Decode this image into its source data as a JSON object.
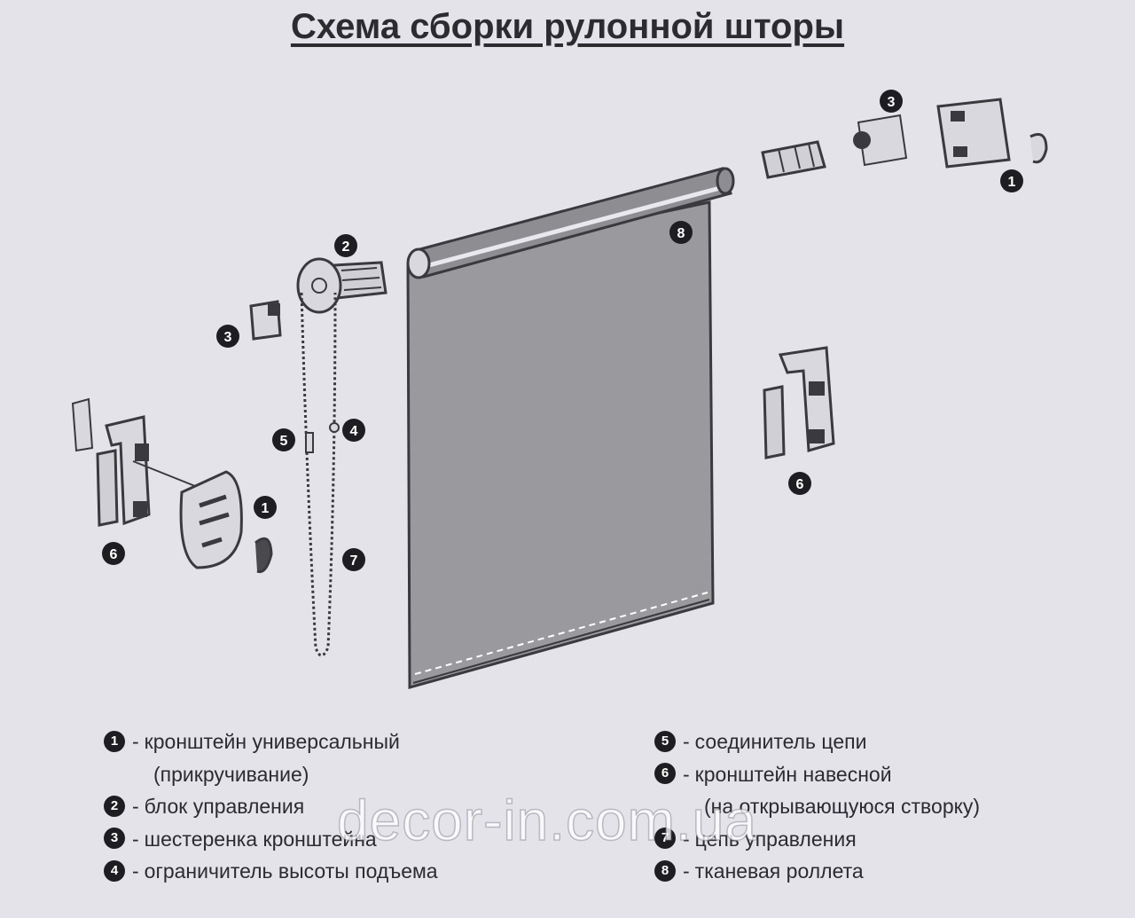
{
  "title": "Схема сборки рулонной шторы",
  "callouts": [
    {
      "num": "1"
    },
    {
      "num": "2"
    },
    {
      "num": "3"
    },
    {
      "num": "4"
    },
    {
      "num": "5"
    },
    {
      "num": "6"
    },
    {
      "num": "7"
    },
    {
      "num": "8"
    }
  ],
  "legend_left": [
    {
      "num": "1",
      "text": "кронштейн универсальный"
    },
    {
      "num": "",
      "text": "(прикручивание)"
    },
    {
      "num": "2",
      "text": "блок управления"
    },
    {
      "num": "3",
      "text": "шестеренка кронштейна"
    },
    {
      "num": "4",
      "text": "ограничитель высоты подъема"
    }
  ],
  "legend_right": [
    {
      "num": "5",
      "text": "соединитель цепи"
    },
    {
      "num": "6",
      "text": "кронштейн навесной"
    },
    {
      "num": "",
      "text": "(на открывающуюся створку)"
    },
    {
      "num": "7",
      "text": "цепь управления"
    },
    {
      "num": "8",
      "text": "тканевая роллета"
    }
  ],
  "watermark": "decor-in.com.ua",
  "colors": {
    "background": "#e4e3ea",
    "fabric": "#9a999d",
    "outline": "#3a3a3e",
    "badge": "#1e1e22"
  }
}
